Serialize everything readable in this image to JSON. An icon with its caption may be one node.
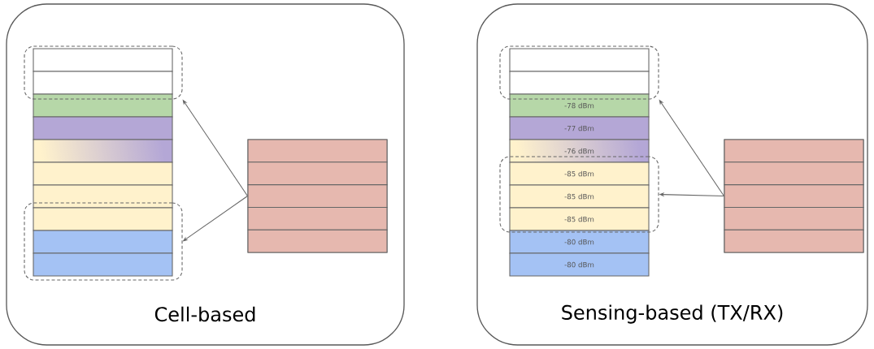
{
  "diagram": {
    "nodes": [
      {
        "text": [
          "Cell-based"
        ]
      },
      {
        "text": [],
        "shape": "box",
        "in": 0
      },
      {
        "text": [],
        "shape": "box",
        "in": 1
      },
      {
        "text": [],
        "shape": "box",
        "in": 1
      },
      {
        "text": [],
        "shape": "box",
        "in": 0
      },
      {
        "text": [],
        "shape": "box",
        "in": 0
      },
      {
        "text": [],
        "shape": "box",
        "in": 0
      },
      {
        "text": [],
        "shape": "box",
        "in": 0
      },
      {
        "text": [],
        "shape": "box",
        "in": 0
      },
      {
        "text": [],
        "shape": "box",
        "in": 0
      },
      {
        "text": [],
        "shape": "box",
        "in": 9
      },
      {
        "text": [],
        "shape": "box",
        "in": 9
      },
      {
        "text": [],
        "shape": "box",
        "in": 9
      },
      {
        "text": [],
        "shape": "box",
        "in": 0
      },
      {
        "text": [],
        "shape": "box",
        "in": 13
      },
      {
        "text": [],
        "shape": "box",
        "in": 13
      },
      {
        "text": [],
        "shape": "box",
        "in": 13
      },
      {
        "text": [],
        "shape": "box",
        "in": 13
      },
      {
        "text": [],
        "shape": "box",
        "in": 13
      },
      {
        "text": [
          "Sensing-based (TX/RX)"
        ]
      },
      {
        "text": [],
        "shape": "box",
        "in": 19
      },
      {
        "text": [],
        "shape": "box",
        "in": 20
      },
      {
        "text": [],
        "shape": "box",
        "in": 20
      },
      {
        "text": [
          "-78 dBm"
        ],
        "in": 19
      },
      {
        "text": [
          "-77 dBm"
        ],
        "in": 19
      },
      {
        "text": [
          "-76 dBm"
        ],
        "in": 19
      },
      {
        "text": [],
        "shape": "box",
        "in": 19
      },
      {
        "text": [
          "-85 dBm"
        ],
        "in": 26
      },
      {
        "text": [
          "-85 dBm"
        ],
        "in": 26
      },
      {
        "text": [
          "-85 dBm"
        ],
        "in": 26
      },
      {
        "text": [
          "-80 dBm"
        ],
        "in": 19
      },
      {
        "text": [
          "-80 dBm"
        ],
        "in": 19
      },
      {
        "text": [],
        "shape": "box",
        "in": 19
      },
      {
        "text": [],
        "shape": "box",
        "in": 32
      },
      {
        "text": [],
        "shape": "box",
        "in": 32
      },
      {
        "text": [],
        "shape": "box",
        "in": 32
      },
      {
        "text": [],
        "shape": "box",
        "in": 32
      },
      {
        "text": [],
        "shape": "box",
        "in": 32
      }
    ],
    "edges": [
      {
        "from": 16,
        "to": 1,
        "arrow": "to"
      },
      {
        "from": 16,
        "to": 9,
        "arrow": "to"
      },
      {
        "from": 35,
        "to": 20,
        "arrow": "to"
      },
      {
        "from": 35,
        "to": 26,
        "arrow": "to"
      }
    ]
  }
}
